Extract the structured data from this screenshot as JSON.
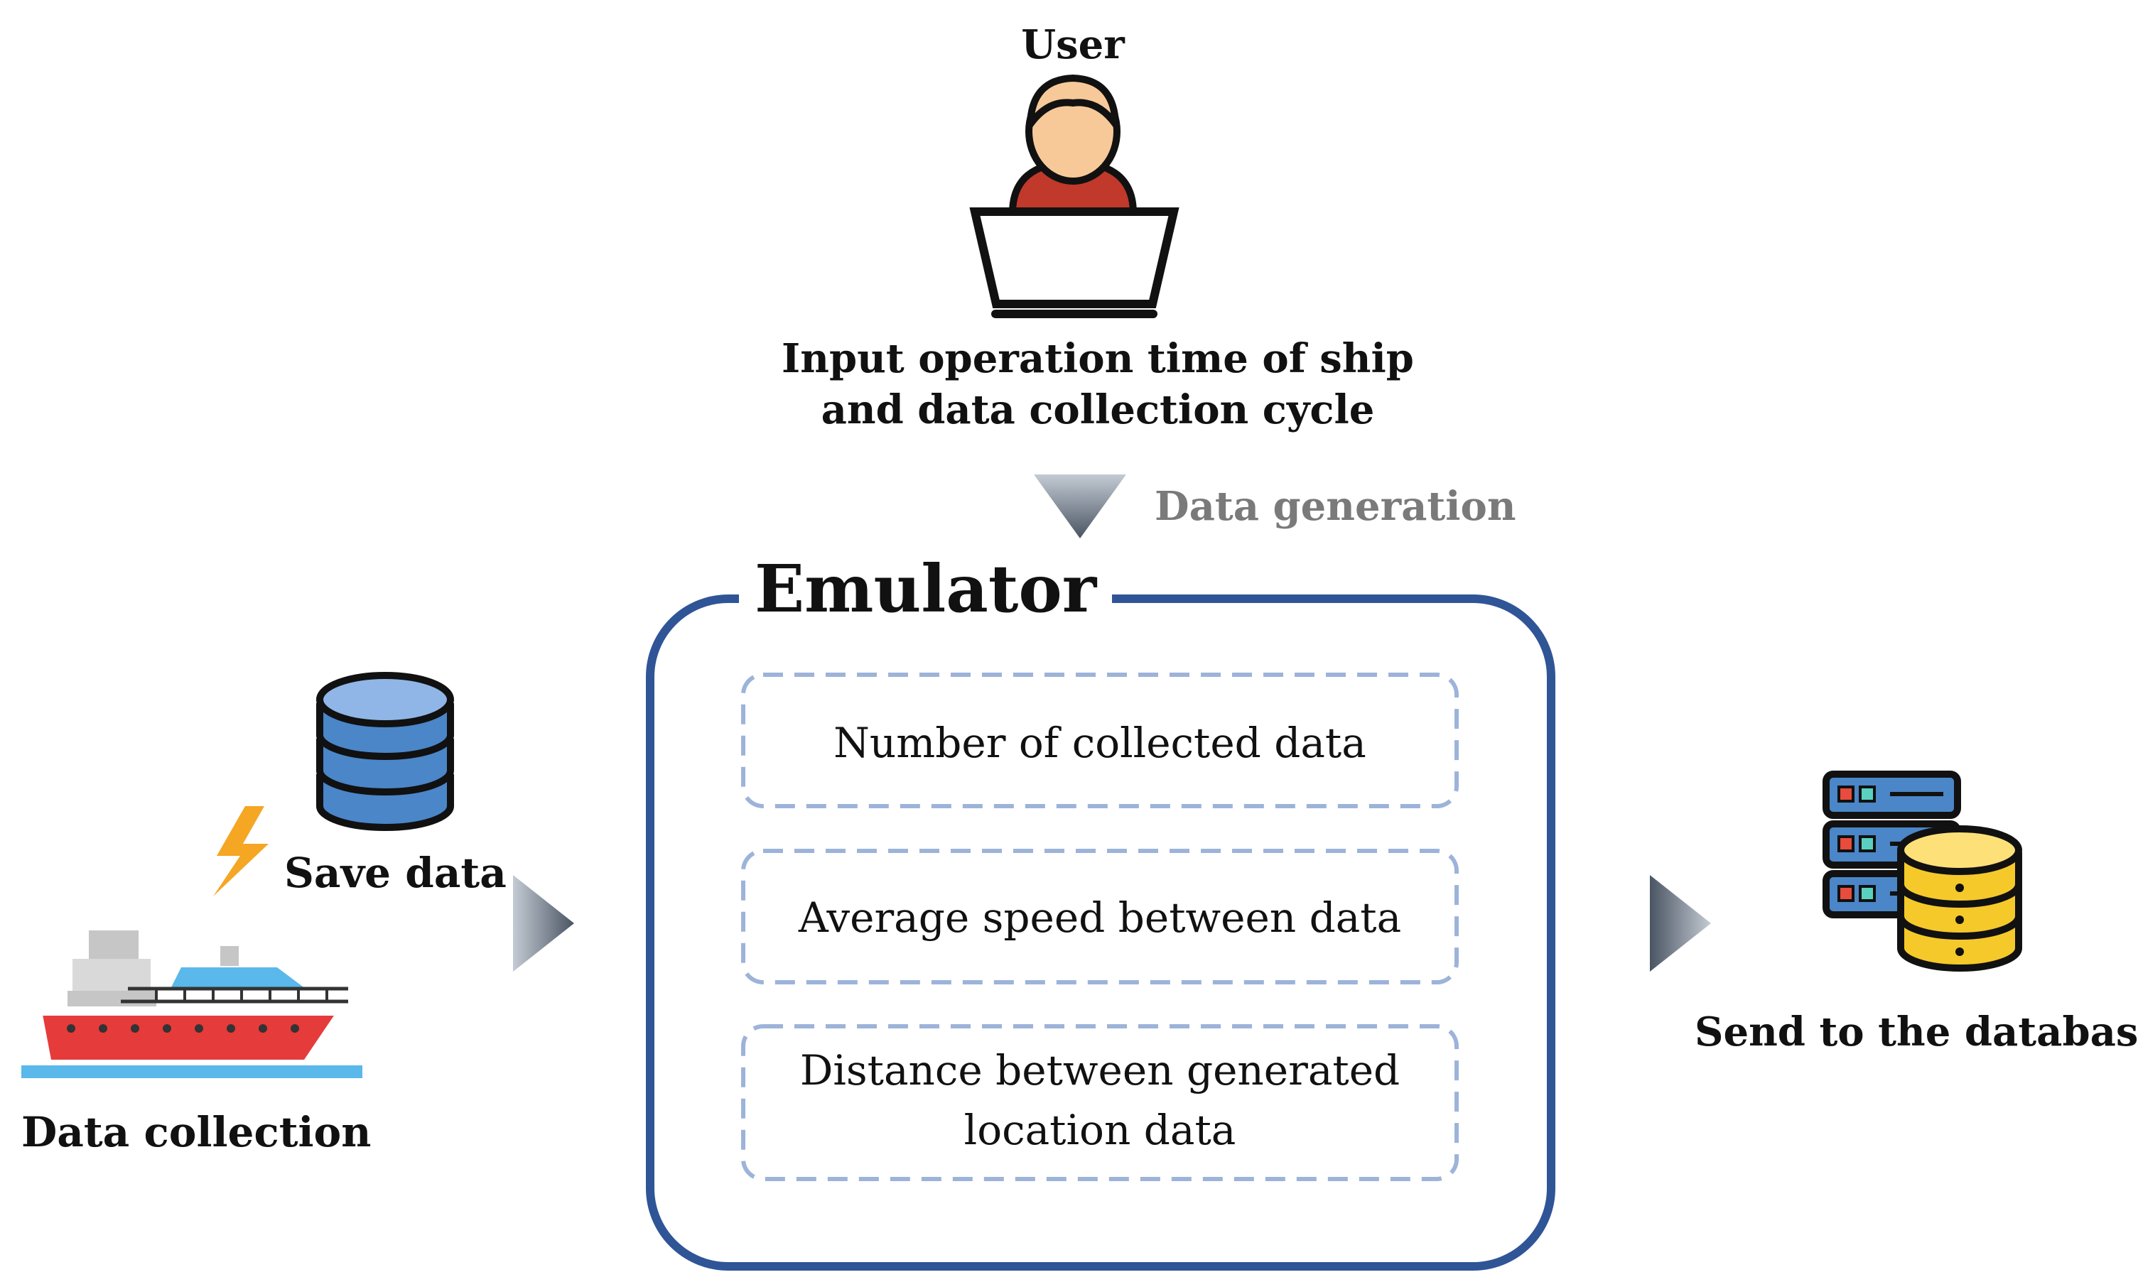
{
  "user": {
    "label": "User",
    "caption_line1": "Input operation time of ship",
    "caption_line2": "and data collection cycle"
  },
  "flow": {
    "data_generation": "Data generation"
  },
  "emulator": {
    "title": "Emulator",
    "items": [
      {
        "line1": "Number of collected data",
        "line2": ""
      },
      {
        "line1": "Average speed between data",
        "line2": ""
      },
      {
        "line1": "Distance between generated",
        "line2": "location data"
      }
    ]
  },
  "left": {
    "save_data": "Save data",
    "data_collection": "Data collection"
  },
  "right": {
    "send_to_database": "Send to the database"
  },
  "colors": {
    "emulator_border": "#2f5597",
    "dashed_box": "#9db3d9",
    "arrow_dark": "#4a5563",
    "arrow_light": "#c4cbd4",
    "user_skin": "#f8c998",
    "user_shirt": "#c0392b",
    "ship_hull": "#e63b3b",
    "water": "#5ab8ea",
    "storage_blue": "#4a86c8",
    "db_yellow": "#f5c92a",
    "lightning": "#f5a623"
  },
  "icons": {
    "user": "user-at-laptop-icon",
    "save": "database-stack-icon",
    "ship": "ship-icon",
    "lightning": "lightning-icon",
    "server": "server-database-icon"
  }
}
